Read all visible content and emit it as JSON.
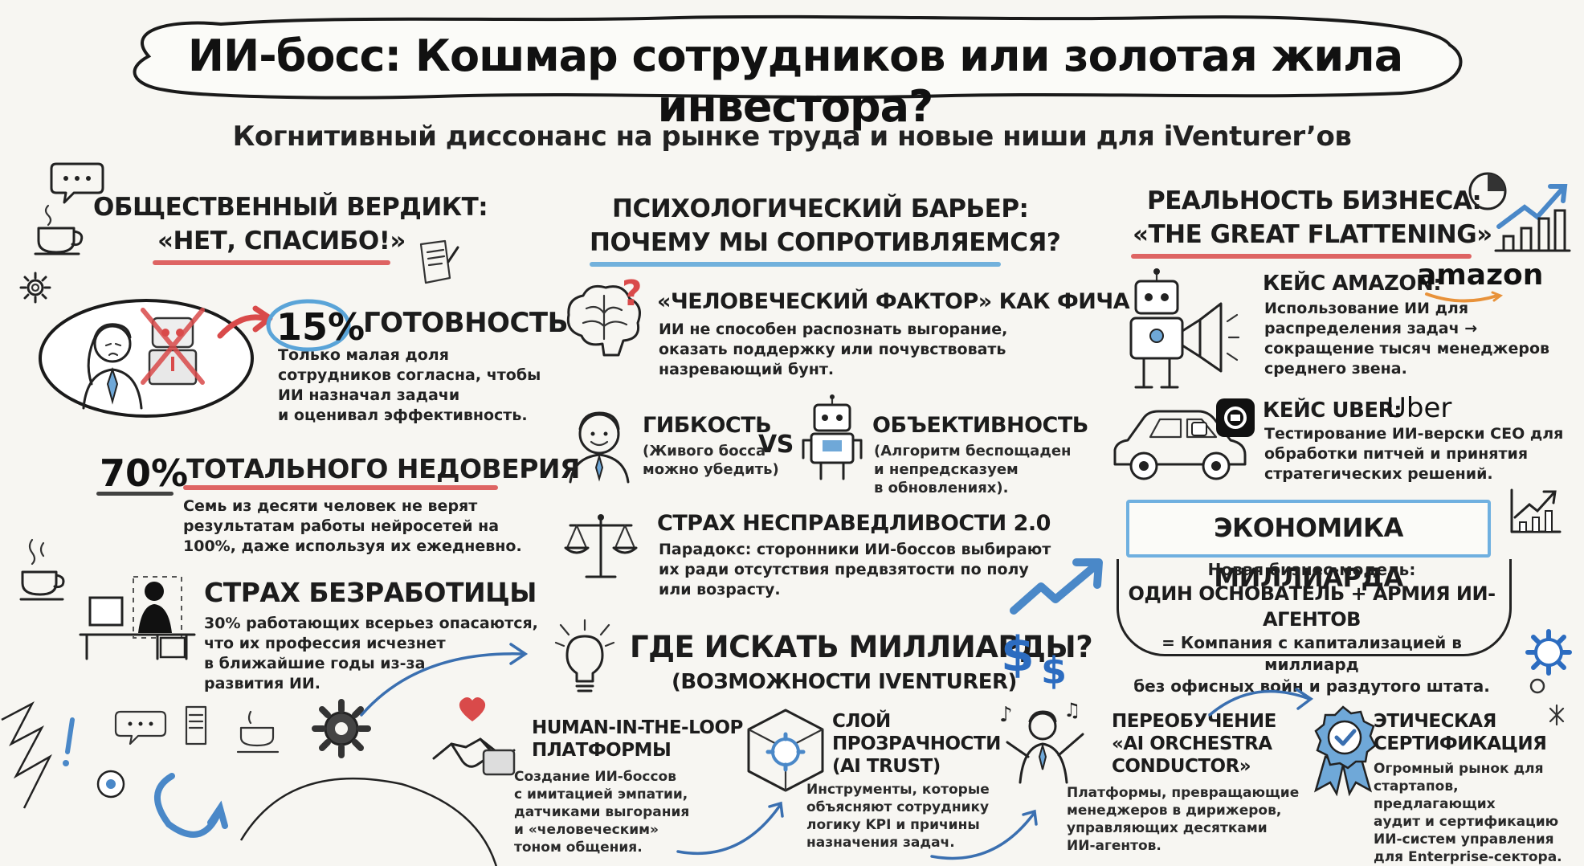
{
  "header": {
    "title": "ИИ-босс: Кошмар сотрудников или золотая жила инвестора?",
    "subtitle": "Когнитивный диссонанс на рынке труда и новые ниши для iVenturer’ов"
  },
  "left": {
    "verdict_line1": "ОБЩЕСТВЕННЫЙ ВЕРДИКТ:",
    "verdict_line2": "«НЕТ, СПАСИБО!»",
    "pct15": "15%",
    "pct15_label": "ГОТОВНОСТЬ",
    "pct15_text": [
      "Только малая доля",
      "сотрудников согласна, чтобы",
      "ИИ назначал задачи",
      "и оценивал эффективность."
    ],
    "pct70": "70%",
    "pct70_label": "ТОТАЛЬНОГО НЕДОВЕРИЯ",
    "pct70_text": [
      "Семь из десяти человек не верят",
      "результатам работы нейросетей на",
      "100%, даже используя их ежедневно."
    ],
    "fear_title": "СТРАХ БЕЗРАБОТИЦЫ",
    "fear_text": [
      "30% работающих всерьез опасаются,",
      "что их профессия исчезнет",
      "в ближайшие годы из-за",
      "развития ИИ."
    ]
  },
  "middle": {
    "title_line1": "ПСИХОЛОГИЧЕСКИЙ БАРЬЕР:",
    "title_line2": "ПОЧЕМУ МЫ СОПРОТИВЛЯЕМСЯ?",
    "human_title": "«ЧЕЛОВЕЧЕСКИЙ ФАКТОР» КАК ФИЧА",
    "human_text": [
      "ИИ не способен распознать выгорание,",
      "оказать поддержку или почувствовать",
      "назревающий бунт."
    ],
    "flex_title": "ГИБКОСТЬ",
    "flex_text": [
      "(Живого босса",
      "можно убедить)"
    ],
    "vs": "VS",
    "obj_title": "ОБЪЕКТИВНОСТЬ",
    "obj_text": [
      "(Алгоритм беспощаден",
      "и непредсказуем",
      "в обновлениях)."
    ],
    "fair_title": "СТРАХ НЕСПРАВЕДЛИВОСТИ 2.0",
    "fair_text": [
      "Парадокс: сторонники ИИ-боссов выбирают",
      "их ради отсутствия предвзятости по полу",
      "или возрасту."
    ],
    "where_title": "ГДЕ ИСКАТЬ МИЛЛИАРДЫ?",
    "where_sub": "(ВОЗМОЖНОСТИ iVENTURER)"
  },
  "right": {
    "title_line1": "РЕАЛЬНОСТЬ БИЗНЕСА:",
    "title_line2": "«THE GREAT FLATTENING»",
    "amazon_title": "КЕЙС AMAZON:",
    "amazon_logo": "amazon",
    "amazon_text": [
      "Использование ИИ для",
      "распределения задач →",
      "сокращение тысяч менеджеров",
      "среднего звена."
    ],
    "uber_title": "КЕЙС UBER:",
    "uber_logo": "Uber",
    "uber_text": [
      "Тестирование ИИ-верски CEO для",
      "обработки питчей и принятия",
      "стратегических решений."
    ],
    "economy_title": "ЭКОНОМИКА МИЛЛИАРДА",
    "economy_line1": "Новая бизнес-модель:",
    "economy_line2": "ОДИН ОСНОВАТЕЛЬ + АРМИЯ ИИ-АГЕНТОВ",
    "economy_line3": "= Компания с капитализацией в миллиард",
    "economy_line4": "без офисных войн и раздутого штата."
  },
  "bottom": {
    "hitl_title": [
      "HUMAN-IN-THE-LOOP",
      "ПЛАТФОРМЫ"
    ],
    "hitl_text": [
      "Создание ИИ-боссов",
      "с имитацией эмпатии,",
      "датчиками выгорания",
      "и «человеческим»",
      "тоном общения."
    ],
    "trust_title": [
      "СЛОЙ",
      "ПРОЗРАЧНОСТИ",
      "(AI TRUST)"
    ],
    "trust_text": [
      "Инструменты, которые",
      "объясняют сотруднику",
      "логику KPI и причины",
      "назначения задач."
    ],
    "orch_title": [
      "ПЕРЕОБУЧЕНИЕ",
      "«AI ORCHESTRA",
      "CONDUCTOR»"
    ],
    "orch_text": [
      "Платформы, превращающие",
      "менеджеров в дирижеров,",
      "управляющих десятками",
      "ИИ-агентов."
    ],
    "ethic_title": [
      "ЭТИЧЕСКАЯ",
      "СЕРТИФИКАЦИЯ"
    ],
    "ethic_text": [
      "Огромный рынок для",
      "стартапов, предлагающих",
      "аудит и сертификацию",
      "ИИ-систем управления",
      "для Enterprise-сектора."
    ]
  },
  "colors": {
    "red": "#d94a4a",
    "blue": "#5aa4d8",
    "ink": "#1f1f1f"
  },
  "icons": [
    "speech-bubble-icon",
    "coffee-icon",
    "gear-icon",
    "stressed-worker-icon",
    "crossed-robot-icon",
    "brain-icon",
    "question-mark-icon",
    "happy-man-icon",
    "robot-icon",
    "scales-icon",
    "lightbulb-icon",
    "dollar-icon",
    "arrow-trend-icon",
    "pie-chart-icon",
    "bar-chart-icon",
    "robot-megaphone-icon",
    "car-robot-icon",
    "uber-icon",
    "handshake-icon",
    "heart-icon",
    "cube-gear-icon",
    "conductor-icon",
    "certificate-badge-icon",
    "cycle-arrow-icon",
    "desk-worker-icon"
  ]
}
